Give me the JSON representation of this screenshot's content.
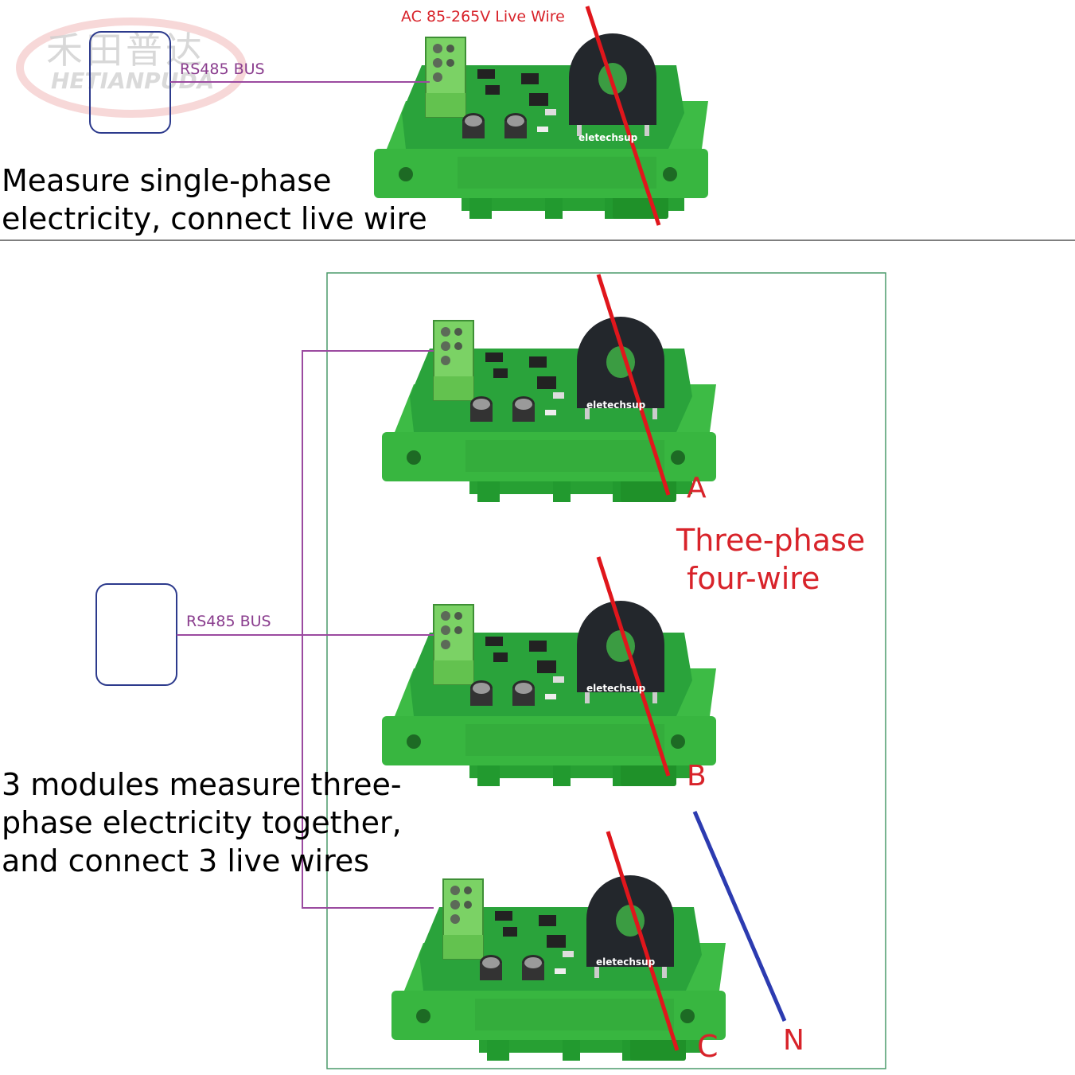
{
  "watermark": {
    "cn": "禾田普达",
    "en": "HETIANPUDA"
  },
  "top": {
    "live_wire_label": "AC 85-265V Live Wire",
    "bus_label": "RS485 BUS",
    "caption_line1": "Measure single-phase",
    "caption_line2": "electricity, connect live wire"
  },
  "bottom": {
    "bus_label": "RS485 BUS",
    "phase_a": "A",
    "phase_b": "B",
    "phase_c": "C",
    "neutral": "N",
    "system_line1": "Three-phase",
    "system_line2": "four-wire",
    "caption_line1": "3 modules measure three-",
    "caption_line2": "phase electricity together,",
    "caption_line3": "and connect 3 live wires"
  },
  "board": {
    "brand": "eletechsup"
  },
  "colors": {
    "board": "#35b83c",
    "rail": "#2fa838",
    "terminal": "#7dd36a",
    "ct_core": "#22262b",
    "live_wire": "#e0161c",
    "neutral_wire": "#2c3bb0",
    "bus_wire": "#9b4aa0",
    "device_box": "#2c3a8c",
    "frame": "#4a9a6a"
  }
}
